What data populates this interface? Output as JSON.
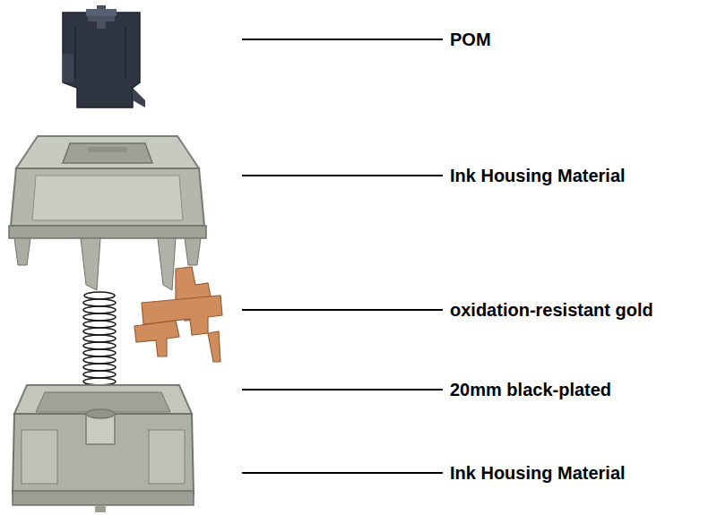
{
  "diagram": {
    "labels": [
      "POM",
      "Ink Housing Material",
      "oxidation-resistant gold",
      "20mm black-plated",
      "Ink Housing Material"
    ]
  }
}
